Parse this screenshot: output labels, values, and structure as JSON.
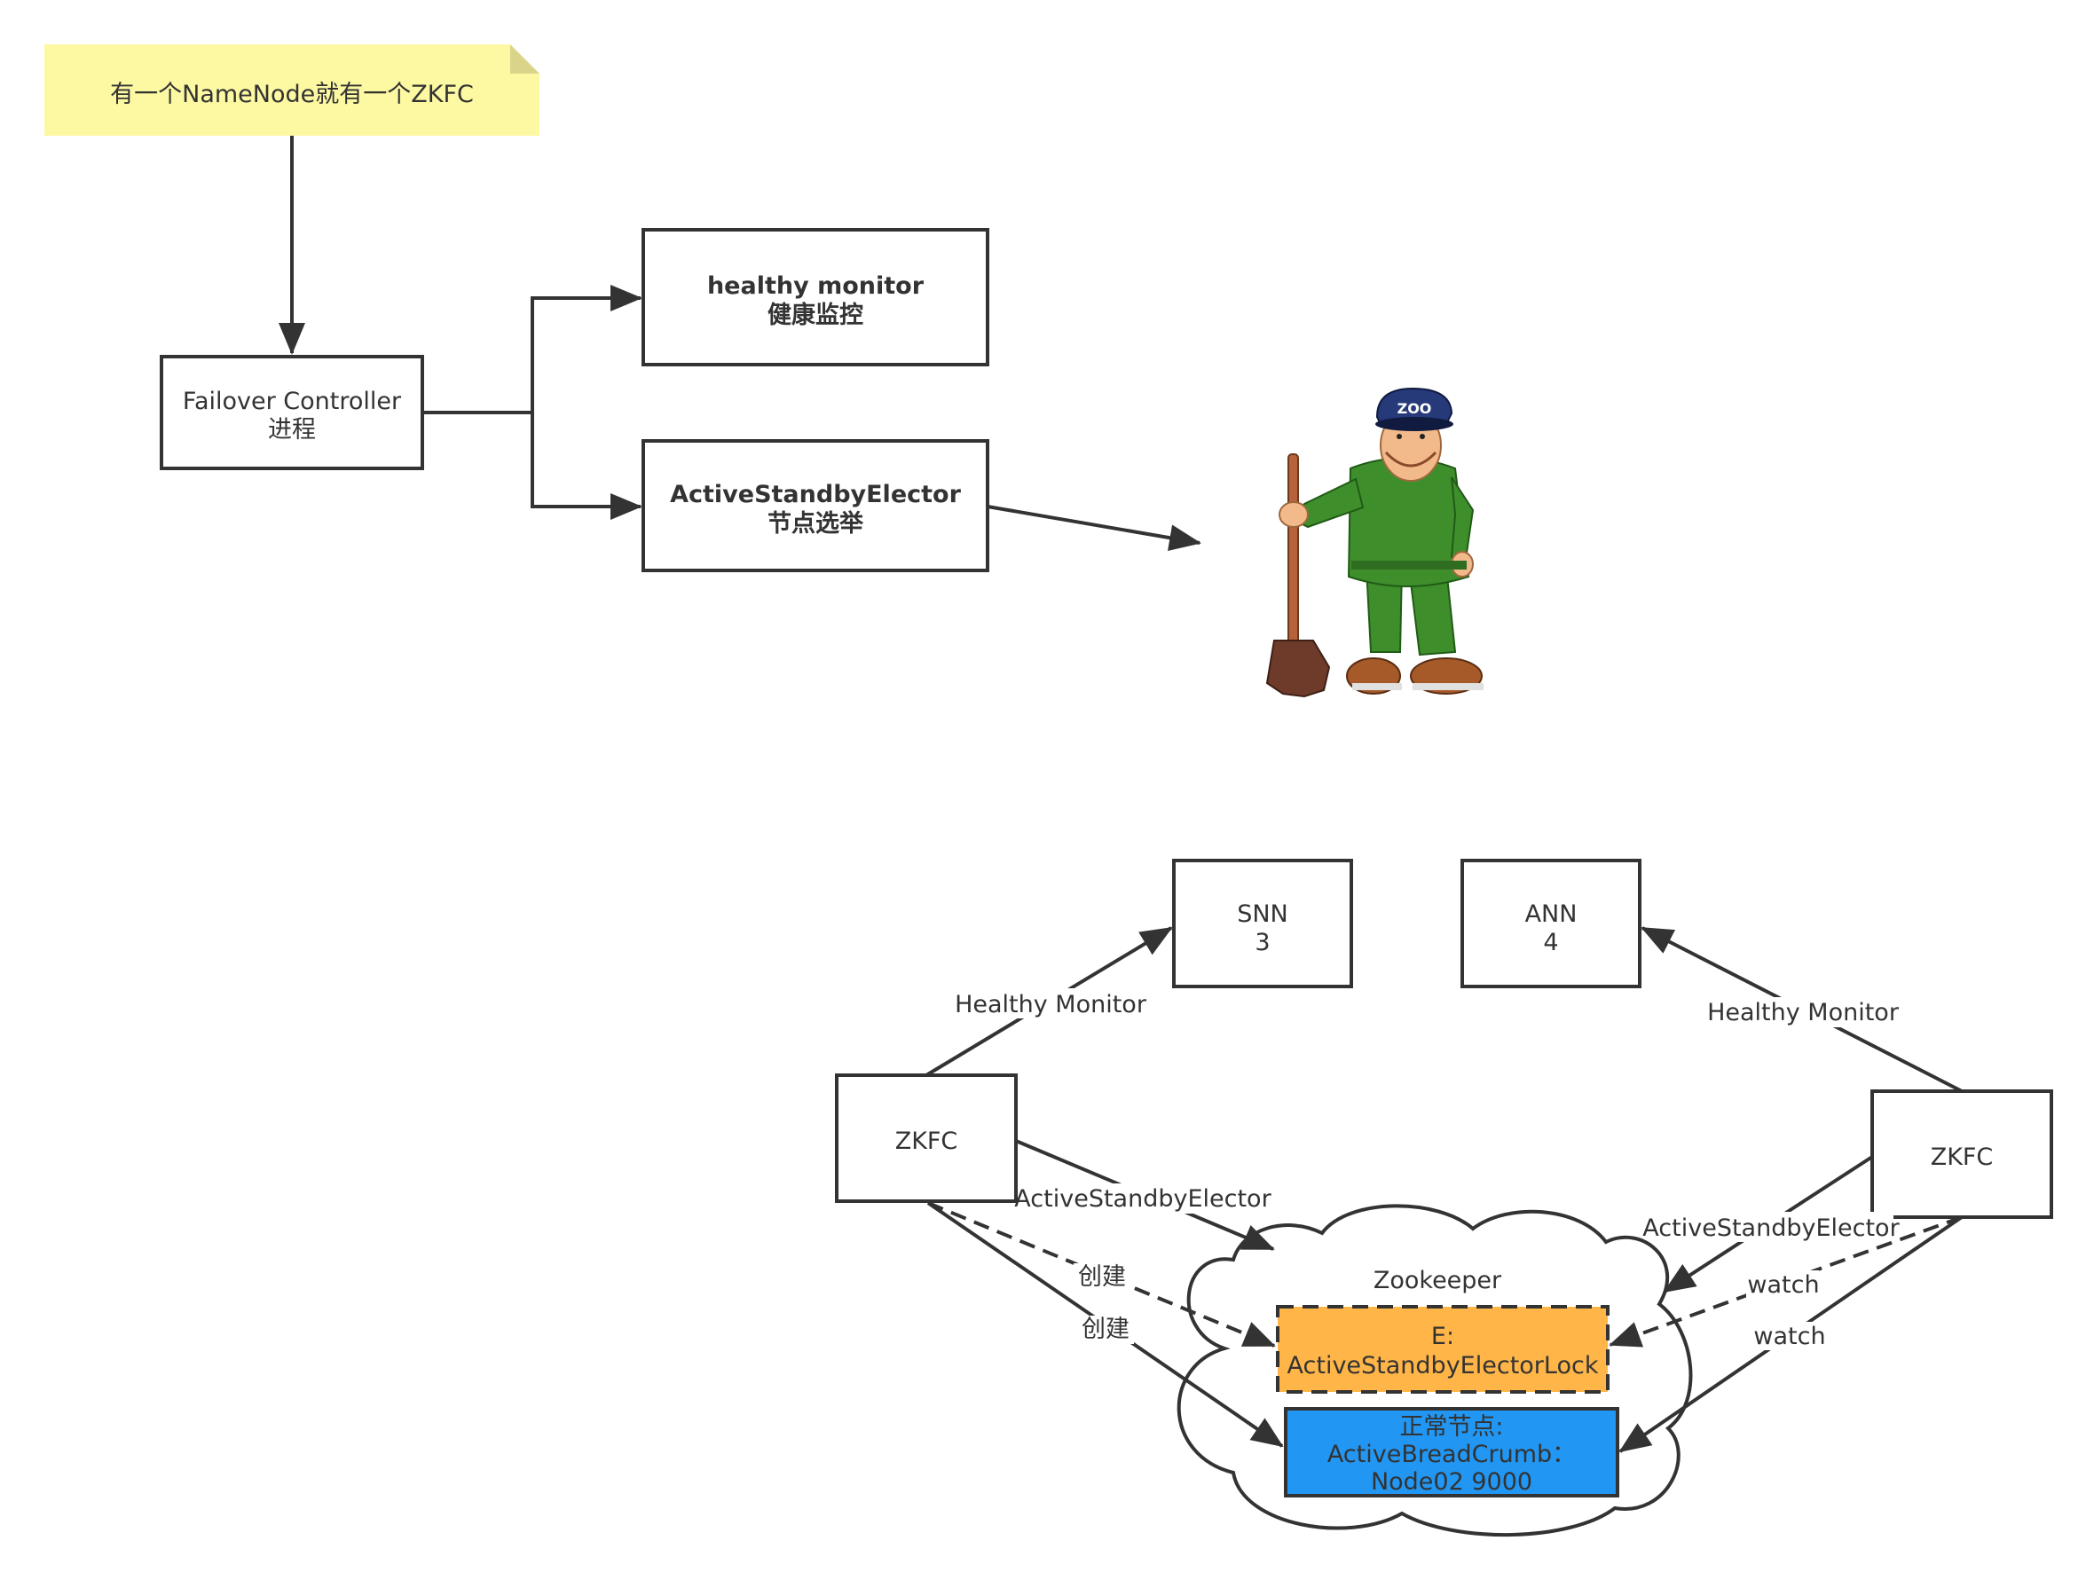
{
  "note": {
    "text": "有一个NameNode就有一个ZKFC"
  },
  "failover": {
    "line1": "Failover Controller",
    "line2": "进程"
  },
  "healthy": {
    "line1": "healthy monitor",
    "line2": "健康监控"
  },
  "elector": {
    "line1": "ActiveStandbyElector",
    "line2": "节点选举"
  },
  "snn": {
    "line1": "SNN",
    "line2": "3"
  },
  "ann": {
    "line1": "ANN",
    "line2": "4"
  },
  "zkfc_left": {
    "label": "ZKFC"
  },
  "zkfc_right": {
    "label": "ZKFC"
  },
  "zookeeper": {
    "title": "Zookeeper"
  },
  "lock": {
    "line1": "E:",
    "line2": "ActiveStandbyElectorLock"
  },
  "breadcrumb": {
    "line1": "正常节点:",
    "line2": "ActiveBreadCrumb：",
    "line3": "Node02 9000"
  },
  "edges": {
    "hm_left": "Healthy Monitor",
    "hm_right": "Healthy Monitor",
    "ase_left": "ActiveStandbyElector",
    "ase_right": "ActiveStandbyElector",
    "create1": "创建",
    "create2": "创建",
    "watch1": "watch",
    "watch2": "watch"
  },
  "colors": {
    "note_fill": "#fdf9a3",
    "note_fold": "#d9d48a",
    "lock_fill": "#ffb547",
    "breadcrumb_fill": "#2196f3",
    "stroke": "#333333"
  },
  "icons": {
    "zookeeper_mascot": "zookeeper-mascot-icon"
  }
}
